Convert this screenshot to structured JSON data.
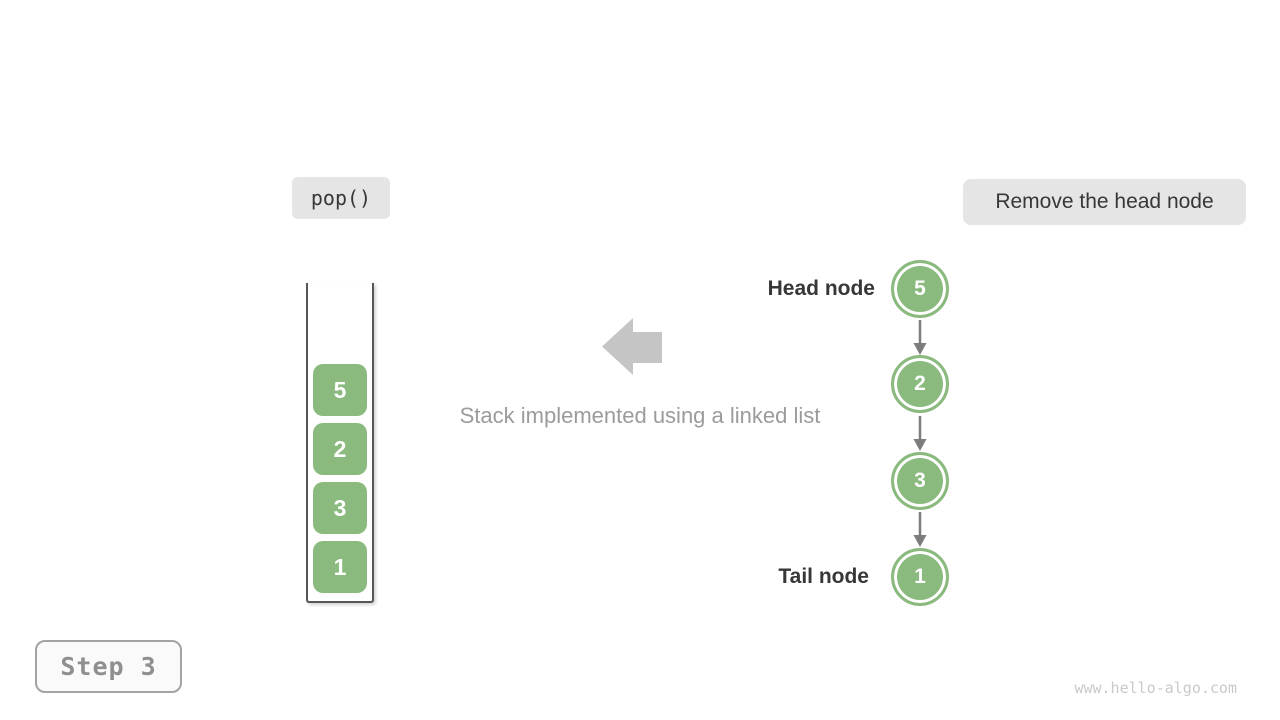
{
  "palette": {
    "green": "#8aba7e",
    "badge-bg": "#e5e5e5",
    "dark-text": "#373737",
    "muted-text": "#9b9b9b",
    "arrow-gray": "#c5c5c5",
    "connector-gray": "#7d7d7d",
    "container-border": "#565656",
    "step-bg": "#fafafa",
    "step-border": "#a3a3a3",
    "step-text": "#8f8f8f",
    "watermark-gray": "#c9c9c9"
  },
  "operation_badge": "pop()",
  "annotation_badge": "Remove the head node",
  "stack": {
    "items": [
      "5",
      "2",
      "3",
      "1"
    ]
  },
  "caption": "Stack implemented using a linked list",
  "linked_list": {
    "head_label": "Head node",
    "tail_label": "Tail node",
    "nodes": [
      "5",
      "2",
      "3",
      "1"
    ]
  },
  "step_badge": "Step 3",
  "watermark": "www.hello-algo.com"
}
